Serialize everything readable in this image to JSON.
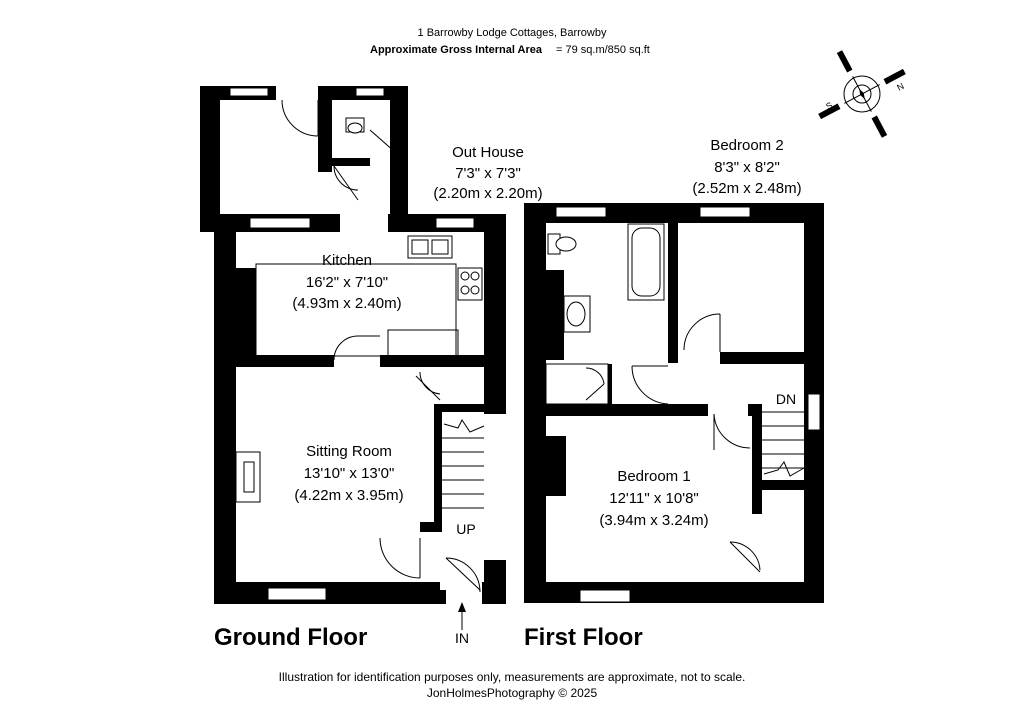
{
  "header": {
    "address": "1 Barrowby Lodge Cottages, Barrowby",
    "area_label": "Approximate Gross Internal Area",
    "area_value": "= 79 sq.m/850 sq.ft"
  },
  "compass": {
    "south": "S",
    "north": "N"
  },
  "ground_floor": {
    "title": "Ground Floor",
    "rooms": {
      "out_house": {
        "name": "Out House",
        "imperial": "7'3\" x 7'3\"",
        "metric": "(2.20m x 2.20m)"
      },
      "kitchen": {
        "name": "Kitchen",
        "imperial": "16'2\" x 7'10\"",
        "metric": "(4.93m x 2.40m)"
      },
      "sitting_room": {
        "name": "Sitting Room",
        "imperial": "13'10\" x 13'0\"",
        "metric": "(4.22m x 3.95m)"
      }
    },
    "stairs_label": "UP",
    "entrance_label": "IN"
  },
  "first_floor": {
    "title": "First Floor",
    "rooms": {
      "bedroom_2": {
        "name": "Bedroom 2",
        "imperial": "8'3\" x 8'2\"",
        "metric": "(2.52m x 2.48m)"
      },
      "bedroom_1": {
        "name": "Bedroom 1",
        "imperial": "12'11\" x 10'8\"",
        "metric": "(3.94m x 3.24m)"
      }
    },
    "stairs_label": "DN"
  },
  "footer": {
    "disclaimer": "Illustration for identification purposes only, measurements are approximate, not to scale.",
    "credit": "JonHolmesPhotography © 2025"
  }
}
